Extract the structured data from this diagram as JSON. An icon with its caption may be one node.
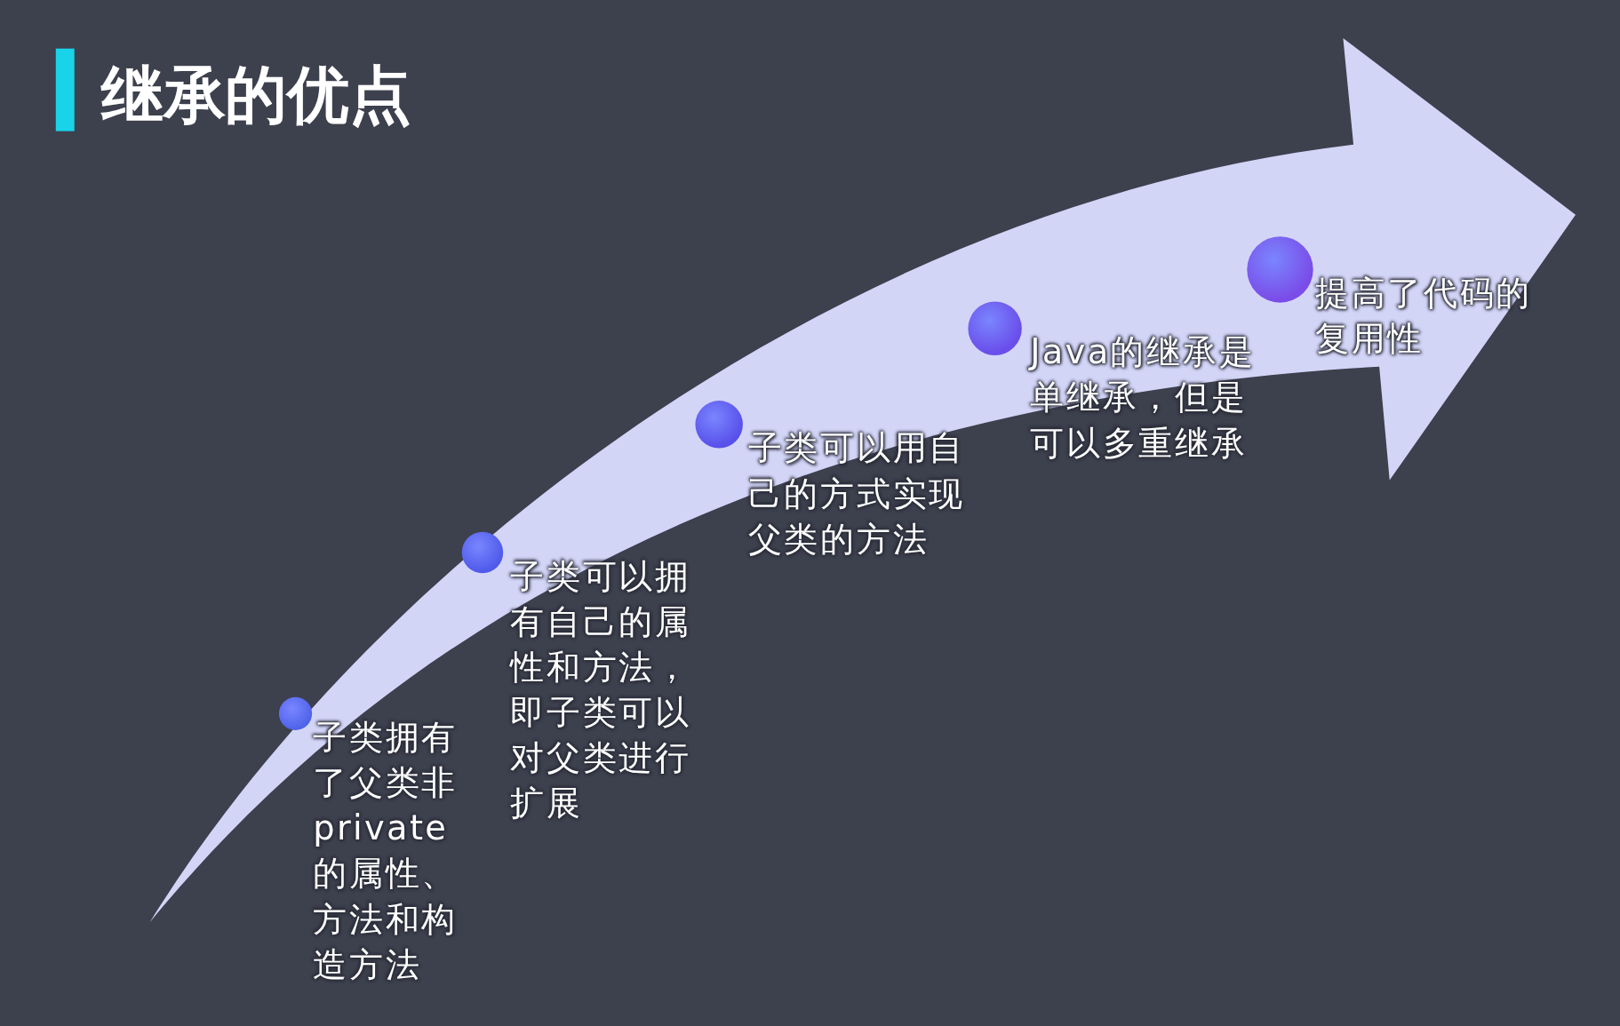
{
  "diagram": {
    "title": "继承的优点",
    "nodes": [
      {
        "text": [],
        "shape": "circle",
        "beside": [
          "子类拥有了父类非private的属性、方法和构造方法"
        ]
      },
      {
        "text": [],
        "shape": "circle",
        "beside": [
          "子类可以拥有自己的属性和方法，即子类可以对父类进行扩展"
        ]
      },
      {
        "text": [],
        "shape": "circle",
        "beside": [
          "子类可以用自己的方式实现父类的方法"
        ]
      },
      {
        "text": [],
        "shape": "circle",
        "beside": [
          "Java的继承是单继承，但是可以多重继承"
        ]
      },
      {
        "text": [],
        "shape": "circle",
        "beside": [
          "提高了代码的复用性"
        ]
      }
    ]
  }
}
